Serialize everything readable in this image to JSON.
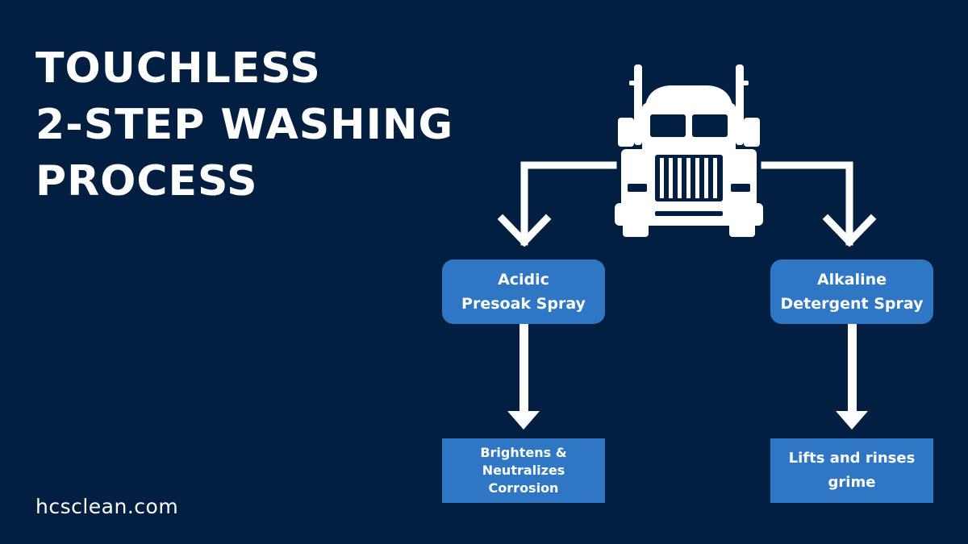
{
  "title": {
    "line1": "TOUCHLESS",
    "line2": "2-STEP WASHING",
    "line3": "PROCESS"
  },
  "footer": {
    "website": "hcsclean.com"
  },
  "steps": [
    {
      "line1": "Acidic",
      "line2": "Presoak Spray"
    },
    {
      "line1": "Alkaline",
      "line2": "Detergent Spray"
    }
  ],
  "results": [
    {
      "line1": "Brightens &",
      "line2": "Neutralizes",
      "line3": "Corrosion"
    },
    {
      "line1": "Lifts and rinses",
      "line2": "grime"
    }
  ],
  "icons": {
    "vehicle": "semi-truck-icon"
  },
  "colors": {
    "background": "#021f42",
    "box": "#2f77c4",
    "foreground": "#ffffff"
  }
}
